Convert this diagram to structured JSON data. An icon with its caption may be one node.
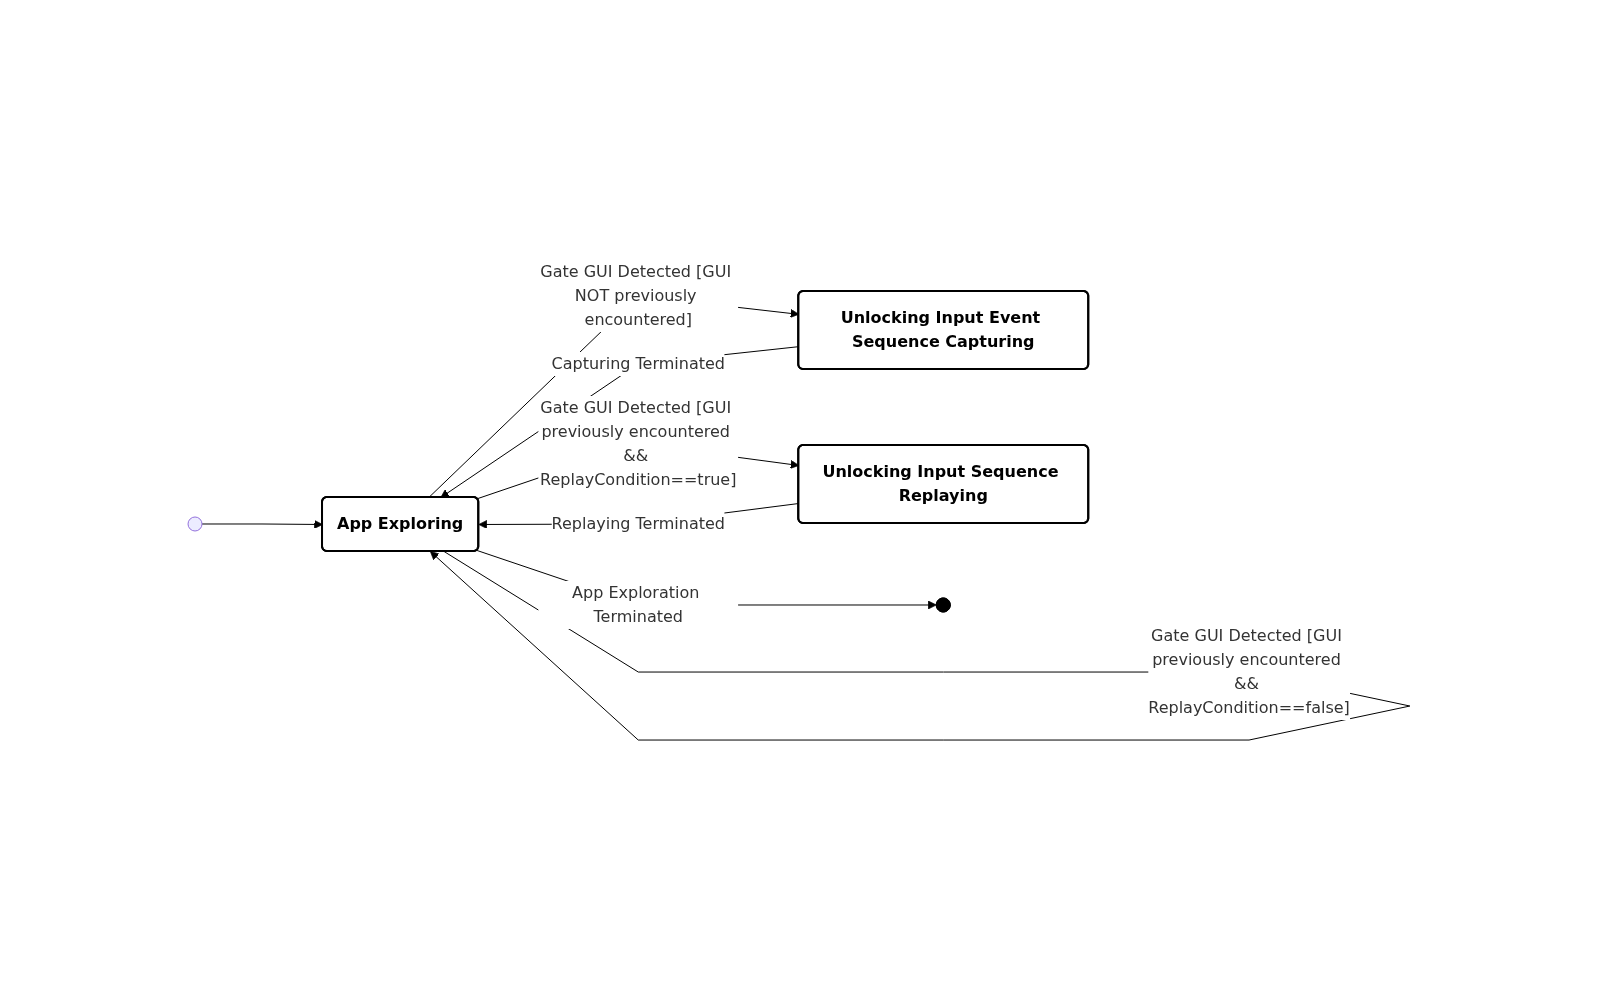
{
  "diagram": {
    "nodes": [
      {
        "text": [],
        "shape": "circle"
      },
      {
        "text": [
          "App Exploring"
        ]
      },
      {
        "text": [
          "Unlocking Input Event Sequence Capturing"
        ]
      },
      {
        "text": [
          "Unlocking Input Sequence Replaying"
        ]
      },
      {
        "text": [],
        "shape": "circle"
      }
    ],
    "edges": [
      {
        "from": 0,
        "to": 1,
        "arrow": "to"
      },
      {
        "from": 1,
        "to": 1,
        "arrow": "to",
        "label": "Gate GUI Detected [GUI previously encountered && ReplayCondition==false]"
      },
      {
        "from": 1,
        "to": 2,
        "arrow": "to",
        "label": "Gate GUI Detected [GUI NOT previously encountered]"
      },
      {
        "from": 2,
        "to": 1,
        "arrow": "to",
        "label": "Capturing Terminated"
      },
      {
        "from": 3,
        "to": 1,
        "arrow": "to",
        "label": "Replaying Terminated"
      },
      {
        "from": 1,
        "to": 3,
        "arrow": "to",
        "label": "Gate GUI Detected [GUI previously encountered && ReplayCondition==true]"
      },
      {
        "from": 1,
        "to": 4,
        "arrow": "to",
        "label": "App Exploration Terminated"
      }
    ]
  }
}
